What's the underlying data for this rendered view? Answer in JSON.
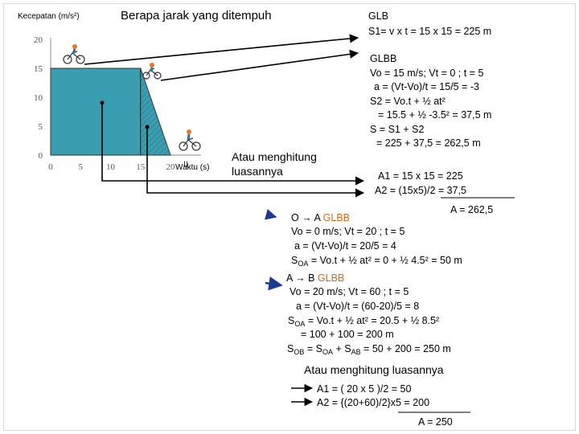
{
  "header": {
    "ylabel": "Kecepatan (m/s²)",
    "title": "Berapa jarak yang ditempuh",
    "xlabel": "Waktu (s)"
  },
  "chart_data": {
    "type": "area",
    "x": [
      0,
      15,
      20
    ],
    "y": [
      15,
      15,
      0
    ],
    "xticks": [
      "0",
      "5",
      "10",
      "15",
      "20"
    ],
    "yticks": [
      "0",
      "5",
      "10",
      "15",
      "20"
    ],
    "xlim": [
      0,
      25
    ],
    "ylim": [
      0,
      20
    ],
    "marker_label": "II"
  },
  "glb": {
    "title": "GLB",
    "line1": "S1= v x t  = 15 x 15 = 225 m"
  },
  "glbb": {
    "lines": [
      "GLBB",
      "Vo = 15 m/s; Vt = 0 ; t = 5",
      "a = (Vt-Vo)/t = 15/5 = -3",
      "S2 = Vo.t + ½ at²",
      "= 15.5 + ½ -3.5² = 37,5 m",
      "S = S1 + S2",
      "= 225 + 37,5 = 262,5 m"
    ]
  },
  "area1": {
    "title": "Atau menghitung luasannya",
    "a1": "A1 = 15 x 15 =  225",
    "a2": "A2 = (15x5)/2 =  37,5",
    "total": "A = 262,5"
  },
  "section_oa": {
    "line1_prefix": "O → A ",
    "line1_tag": "GLBB",
    "line2": "Vo = 0 m/s; Vt = 20 ; t = 5",
    "line3": "a = (Vt-Vo)/t = 20/5 = 4",
    "line4_s": "S",
    "line4_sub": "OA",
    "line4_rest": " = Vo.t + ½ at² = 0 + ½ 4.5² = 50 m"
  },
  "section_ab": {
    "line1_prefix": "A → B ",
    "line1_tag": "GLBB",
    "line2": "Vo = 20 m/s; Vt = 60 ; t = 5",
    "line3": "a = (Vt-Vo)/t = (60-20)/5 = 8",
    "line4_s": "S",
    "line4_sub": "OA",
    "line4_rest": " = Vo.t + ½ at² = 20.5 + ½ 8.5²",
    "line5": "= 100 + 100 = 200 m",
    "line6_s1": "S",
    "line6_sub1": "OB",
    "line6_mid": " = S",
    "line6_sub2": "OA",
    "line6_mid2": " + S",
    "line6_sub3": "AB",
    "line6_rest": " = 50 + 200 = 250 m"
  },
  "area2": {
    "title": "Atau menghitung luasannya",
    "a1": "A1 = ( 20 x 5 )/2 =   50",
    "a2": "A2 = {(20+60)/2}x5 =  200",
    "total": "A = 250"
  },
  "colors": {
    "area_fill": "#3a9db0",
    "hatch": "#1f6f80",
    "arrow_blue": "#1f3a93"
  }
}
